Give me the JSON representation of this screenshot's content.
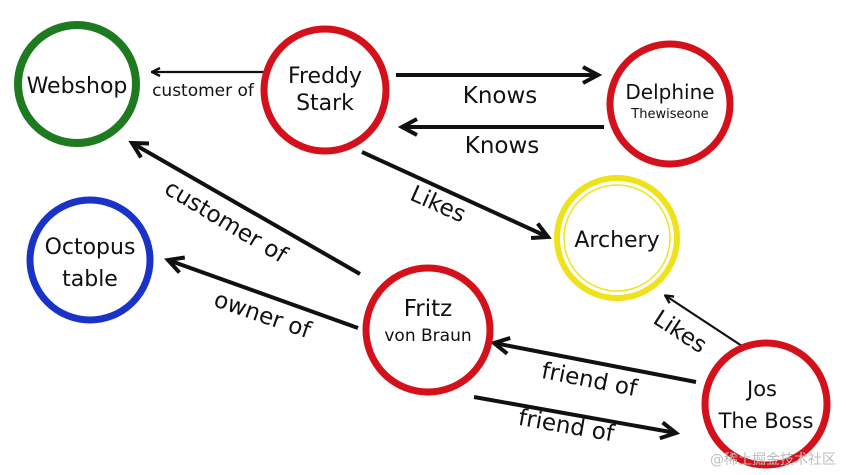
{
  "colors": {
    "green": "#1e7a1e",
    "red": "#d4101b",
    "blue": "#1933c8",
    "yellow": "#f0e21a",
    "edge": "#111111"
  },
  "nodes": {
    "webshop": {
      "lines": [
        "Webshop"
      ],
      "color": "green"
    },
    "freddy": {
      "lines": [
        "Freddy",
        "Stark"
      ],
      "color": "red"
    },
    "delphine": {
      "lines": [
        "Delphine",
        "Thewiseone"
      ],
      "color": "red"
    },
    "archery": {
      "lines": [
        "Archery"
      ],
      "color": "yellow"
    },
    "octopus": {
      "lines": [
        "Octopus",
        "table"
      ],
      "color": "blue"
    },
    "fritz": {
      "lines": [
        "Fritz",
        "von Braun"
      ],
      "color": "red"
    },
    "jos": {
      "lines": [
        "Jos",
        "The Boss"
      ],
      "color": "red"
    }
  },
  "edges": {
    "freddy_webshop": "customer of",
    "freddy_delphine": "Knows",
    "delphine_freddy": "Knows",
    "freddy_archery": "Likes",
    "fritz_webshop": "customer of",
    "fritz_octopus": "owner of",
    "jos_archery": "Likes",
    "jos_fritz": "friend of",
    "fritz_jos": "friend of"
  },
  "watermark": "@稀土掘金技术社区"
}
